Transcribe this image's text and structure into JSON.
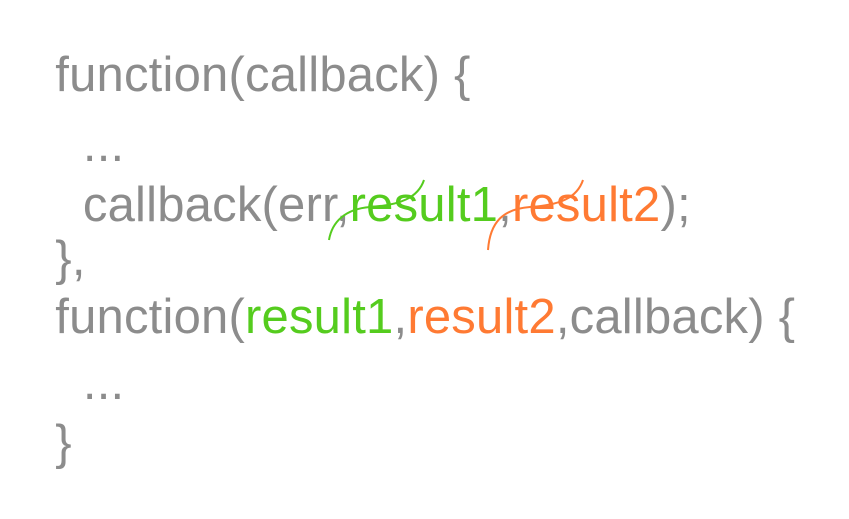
{
  "code": {
    "line1": "function(callback) {",
    "line2": "  ...",
    "line3_prefix": "  callback(err,",
    "line3_result1": "result1",
    "line3_comma": ",",
    "line3_result2": "result2",
    "line3_suffix": ");",
    "line4": "},",
    "line5_prefix": "function(",
    "line5_result1": "result1",
    "line5_comma": ",",
    "line5_result2": "result2",
    "line5_suffix": ",callback) {",
    "line6": "  ...",
    "line7": "}"
  },
  "colors": {
    "text": "#8c8c8c",
    "result1": "#55cc1e",
    "result2": "#ff7a33"
  }
}
